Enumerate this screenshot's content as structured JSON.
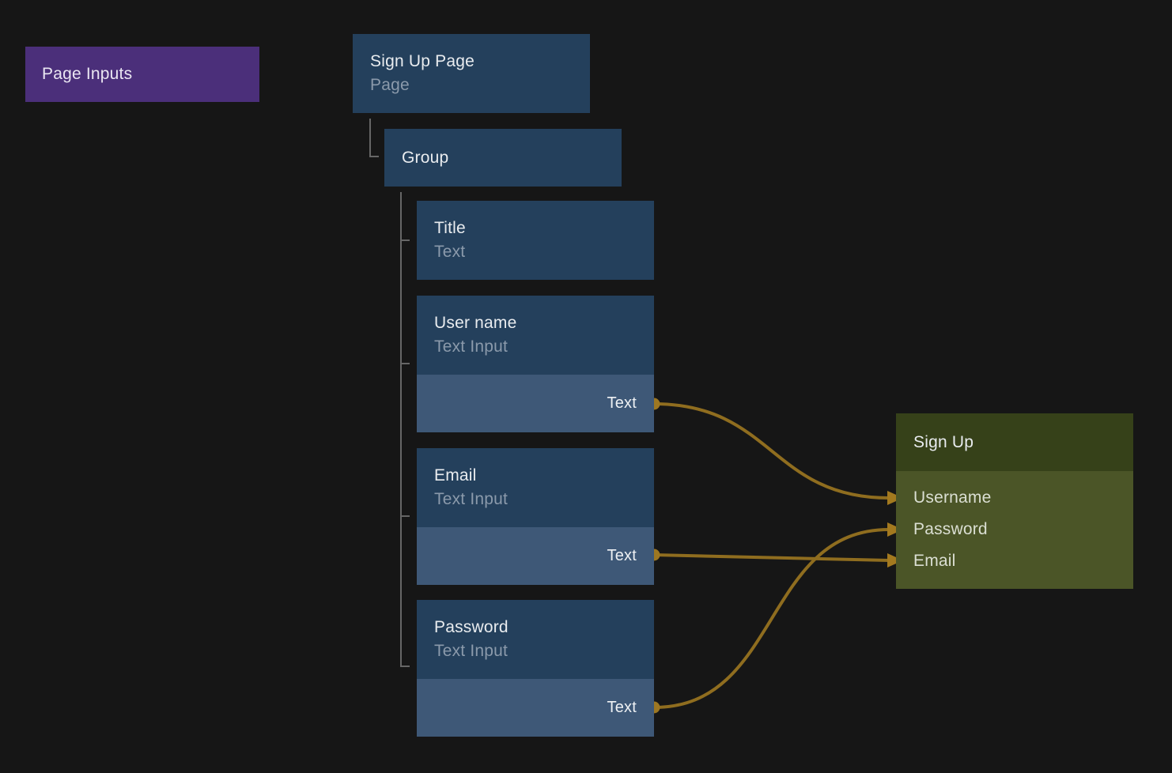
{
  "canvas": {
    "background": "#161616"
  },
  "colors": {
    "purple": "#4b2f7a",
    "node_header": "#24405c",
    "node_port": "#3e5877",
    "green_header": "#364119",
    "green_body": "#4b5527",
    "wire": "#8f6d1f",
    "arrow_gold": "#a3791f",
    "port_gold": "#9d7722",
    "tree_line": "#666666",
    "title_text": "#e9ecef",
    "subtitle_text": "#8b9aab",
    "green_label": "#dbdfd3",
    "purple_label": "#eae6f2",
    "port_label": "#eef1f4"
  },
  "nodes": {
    "page_inputs": {
      "label": "Page Inputs"
    },
    "sign_up_page": {
      "title": "Sign Up Page",
      "subtitle": "Page"
    },
    "group": {
      "title": "Group"
    },
    "title_node": {
      "title": "Title",
      "subtitle": "Text"
    },
    "username_node": {
      "title": "User name",
      "subtitle": "Text Input",
      "port_label": "Text"
    },
    "email_node": {
      "title": "Email",
      "subtitle": "Text Input",
      "port_label": "Text"
    },
    "password_node": {
      "title": "Password",
      "subtitle": "Text Input",
      "port_label": "Text"
    },
    "sign_up": {
      "title": "Sign Up",
      "inputs": [
        "Username",
        "Password",
        "Email"
      ]
    }
  }
}
